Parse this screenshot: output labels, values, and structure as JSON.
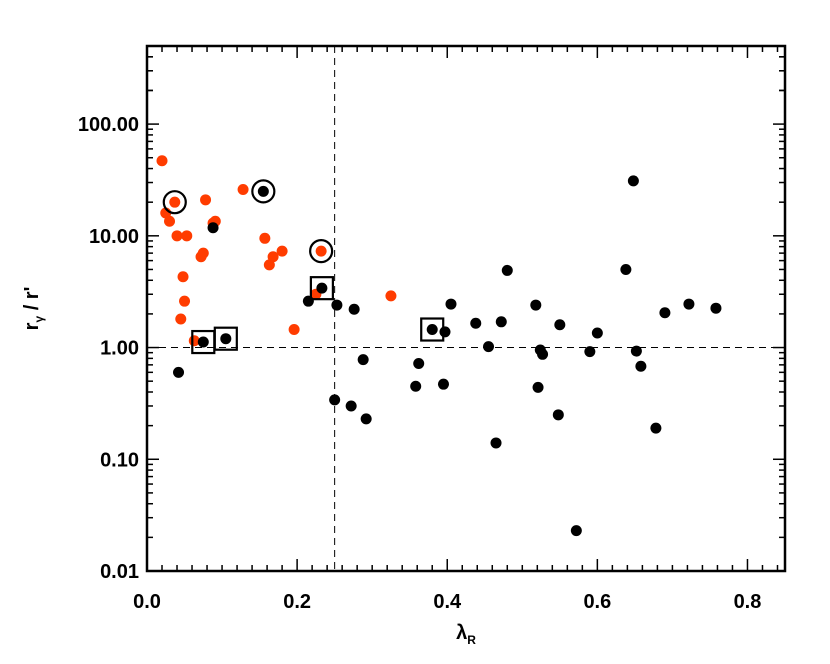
{
  "chart_data": {
    "type": "scatter",
    "xlabel": "λ",
    "xlabel_subscript": "R",
    "ylabel": "r / r'",
    "ylabel_subscript": "γ",
    "xlim": [
      0.0,
      0.85
    ],
    "ylim": [
      0.01,
      500
    ],
    "yscale": "log",
    "x_ticks": [
      0.0,
      0.2,
      0.4,
      0.6,
      0.8
    ],
    "x_tick_labels": [
      "0.0",
      "0.2",
      "0.4",
      "0.6",
      "0.8"
    ],
    "y_ticks": [
      0.01,
      0.1,
      1,
      10,
      100
    ],
    "y_tick_labels": [
      "0.01",
      "0.10",
      "1.00",
      "10.00",
      "100.00"
    ],
    "reference_lines": {
      "x": 0.25,
      "y": 1.0
    },
    "grid": false,
    "colors": {
      "black": "#000000",
      "red": "#ff3c00"
    },
    "series": [
      {
        "color": "red",
        "points": [
          [
            0.02,
            47
          ],
          [
            0.025,
            16
          ],
          [
            0.03,
            13.5
          ],
          [
            0.037,
            20
          ],
          [
            0.04,
            10
          ],
          [
            0.045,
            1.8
          ],
          [
            0.048,
            4.3
          ],
          [
            0.05,
            2.6
          ],
          [
            0.053,
            10
          ],
          [
            0.063,
            1.15
          ],
          [
            0.072,
            6.5
          ],
          [
            0.075,
            7.0
          ],
          [
            0.078,
            21
          ],
          [
            0.088,
            13.0
          ],
          [
            0.091,
            13.5
          ],
          [
            0.128,
            26
          ],
          [
            0.157,
            9.5
          ],
          [
            0.163,
            5.5
          ],
          [
            0.168,
            6.5
          ],
          [
            0.18,
            7.3
          ],
          [
            0.196,
            1.45
          ],
          [
            0.225,
            3.0
          ],
          [
            0.232,
            7.3
          ],
          [
            0.325,
            2.9
          ]
        ]
      },
      {
        "color": "black",
        "points": [
          [
            0.042,
            0.6
          ],
          [
            0.075,
            1.12
          ],
          [
            0.088,
            11.8
          ],
          [
            0.105,
            1.2
          ],
          [
            0.155,
            25
          ],
          [
            0.215,
            2.6
          ],
          [
            0.233,
            3.4
          ],
          [
            0.25,
            0.34
          ],
          [
            0.253,
            2.4
          ],
          [
            0.272,
            0.3
          ],
          [
            0.276,
            2.2
          ],
          [
            0.288,
            0.78
          ],
          [
            0.292,
            0.23
          ],
          [
            0.358,
            0.45
          ],
          [
            0.362,
            0.72
          ],
          [
            0.38,
            1.45
          ],
          [
            0.395,
            0.47
          ],
          [
            0.397,
            1.38
          ],
          [
            0.405,
            2.45
          ],
          [
            0.438,
            1.65
          ],
          [
            0.455,
            1.02
          ],
          [
            0.465,
            0.14
          ],
          [
            0.472,
            1.7
          ],
          [
            0.48,
            4.9
          ],
          [
            0.518,
            2.4
          ],
          [
            0.521,
            0.44
          ],
          [
            0.524,
            0.95
          ],
          [
            0.527,
            0.87
          ],
          [
            0.548,
            0.25
          ],
          [
            0.55,
            1.6
          ],
          [
            0.572,
            0.023
          ],
          [
            0.59,
            0.92
          ],
          [
            0.6,
            1.35
          ],
          [
            0.638,
            5.0
          ],
          [
            0.648,
            31
          ],
          [
            0.652,
            0.93
          ],
          [
            0.658,
            0.68
          ],
          [
            0.678,
            0.19
          ],
          [
            0.69,
            2.05
          ],
          [
            0.722,
            2.45
          ],
          [
            0.758,
            2.25
          ]
        ]
      }
    ],
    "circle_markers": [
      [
        0.037,
        20
      ],
      [
        0.155,
        25
      ],
      [
        0.232,
        7.3
      ]
    ],
    "square_markers": [
      [
        0.075,
        1.12
      ],
      [
        0.105,
        1.2
      ],
      [
        0.233,
        3.4
      ],
      [
        0.38,
        1.45
      ]
    ]
  }
}
